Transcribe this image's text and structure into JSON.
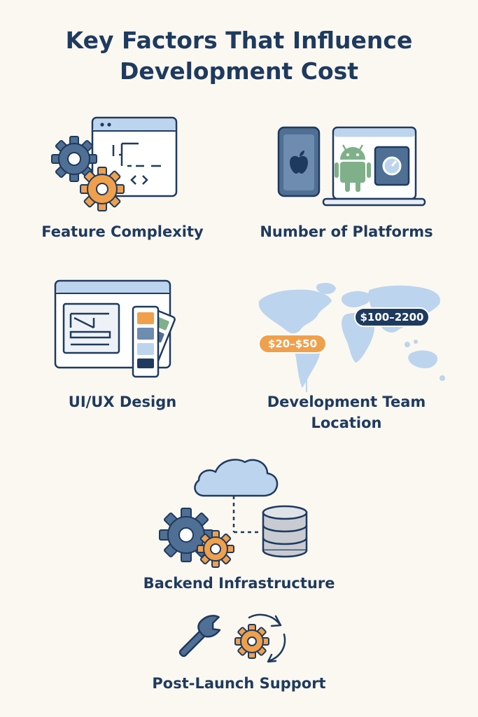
{
  "title": {
    "line1": "Key Factors That Influence",
    "line2": "Development Cost"
  },
  "factors": [
    {
      "label": "Feature Complexity",
      "icon": "code-window-gears-icon"
    },
    {
      "label": "Number of Platforms",
      "icon": "ios-android-devices-icon"
    },
    {
      "label": "UI/UX Design",
      "icon": "design-swatches-icon"
    },
    {
      "label_line1": "Development Team",
      "label_line2": "Location",
      "icon": "world-map-icon",
      "rates": {
        "high": "$100–2200",
        "low": "$20–$50"
      }
    },
    {
      "label": "Backend Infrastructure",
      "icon": "cloud-server-gears-icon"
    },
    {
      "label": "Post-Launch Support",
      "icon": "wrench-gear-cycle-icon"
    }
  ],
  "colors": {
    "navy": "#1f3a5f",
    "steel_blue": "#4f6f94",
    "light_blue": "#bcd4ee",
    "orange": "#f0a04b",
    "green": "#7fb08a",
    "background": "#fbf8f1"
  }
}
